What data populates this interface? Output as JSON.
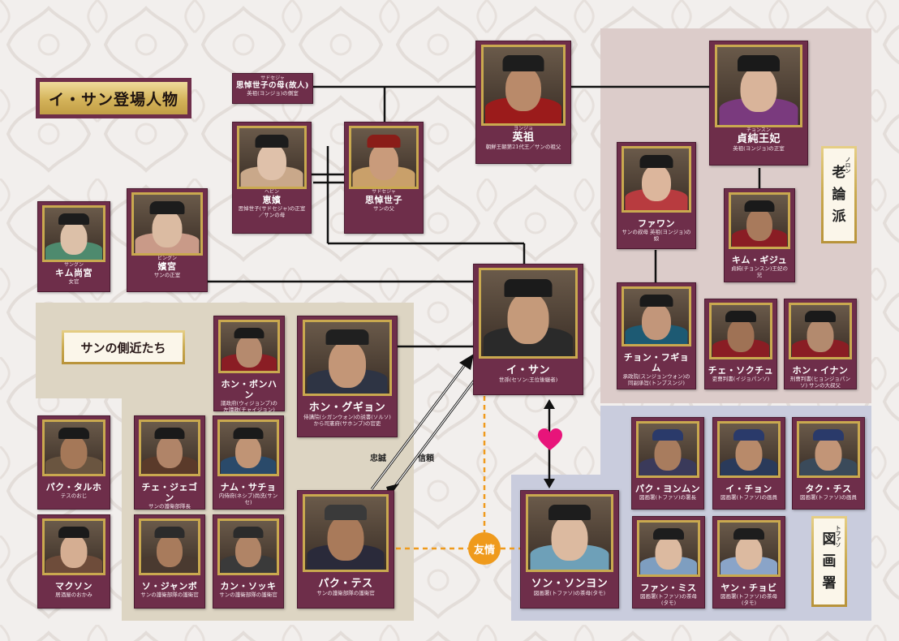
{
  "title": "イ・サン登場人物",
  "group_labels": {
    "aides": "サンの側近たち",
    "noron": [
      "老",
      "論",
      "派"
    ],
    "noron_ruby": "ノロン",
    "dohwaseo": [
      "図",
      "画",
      "署"
    ],
    "dohwaseo_ruby": "トファソ"
  },
  "relations": {
    "loyalty": "忠誠",
    "trust": "信頼",
    "friendship": "友情"
  },
  "colors": {
    "card": "#6e2e4a",
    "gold": "#c9a94f",
    "noron_region": "#dcccca",
    "aides_region": "#ddd5c3",
    "dohwaseo_region": "#c9ccdd",
    "friend": "#ef9a1c",
    "heart": "#e8147a"
  },
  "people": {
    "sado_mother": {
      "ruby": "サドセジャ",
      "name": "思悼世子の母(故人)",
      "role": "英祖(ヨンジョ)の側室"
    },
    "yeongjo": {
      "ruby": "ヨンジョ",
      "name": "英祖",
      "role": "朝鮮王朝第21代王／サンの祖父"
    },
    "jeongsun": {
      "ruby": "チョンスン",
      "name": "貞純王妃",
      "role": "英祖(ヨンジョ)の正室"
    },
    "hyebin": {
      "ruby": "ヘビン",
      "name": "恵嬪",
      "role": "思悼世子(サドセジャ)の正室／サンの母"
    },
    "sado": {
      "ruby": "サドセジャ",
      "name": "思悼世子",
      "role": "サンの父"
    },
    "hwawan": {
      "ruby": "",
      "name": "ファワン",
      "role": "サンの叔母 英祖(ヨンジョ)の娘"
    },
    "kim_guju": {
      "ruby": "",
      "name": "キム・ギジュ",
      "role": "貞純(チョンスン)王妃の兄"
    },
    "kim_sanggung": {
      "ruby": "サングン",
      "name": "キム尚宮",
      "role": "女官"
    },
    "bingung": {
      "ruby": "ビングン",
      "name": "嬪宮",
      "role": "サンの正室"
    },
    "isan": {
      "ruby": "",
      "name": "イ・サン",
      "role": "世孫(セソン:王位後継者)"
    },
    "jeong_hugyeom": {
      "ruby": "",
      "name": "チョン・フギョム",
      "role": "承政院(スンジョンウォン)の同副承旨(トンブスンジ)"
    },
    "choi_seokju": {
      "ruby": "",
      "name": "チェ・ソクチュ",
      "role": "吏曹判書(イジョパンソ)"
    },
    "hong_inhan": {
      "ruby": "",
      "name": "ホン・イナン",
      "role": "刑曹判書(ヒョンジョパンソ) サンの大叔父"
    },
    "hong_bonghan": {
      "ruby": "",
      "name": "ホン・ボンハン",
      "role": "議政府(ウィジョンブ)の左議政(チャイジョン)"
    },
    "hong_gugyeong": {
      "ruby": "",
      "name": "ホン・グギョン",
      "role": "侍講院(シガンウォン)の説書(ソルソ)から司憲府(サホンブ)の官吏"
    },
    "park_talho": {
      "ruby": "",
      "name": "パク・タルホ",
      "role": "テスのおじ"
    },
    "choi_jegon": {
      "ruby": "",
      "name": "チェ・ジェゴン",
      "role": "サンの護衛部隊長"
    },
    "nam_sacho": {
      "ruby": "",
      "name": "ナム・サチョ",
      "role": "内侍府(ネシブ)尚洗(サンセ)"
    },
    "makson": {
      "ruby": "",
      "name": "マクソン",
      "role": "居酒屋のおかみ"
    },
    "so_jangbo": {
      "ruby": "",
      "name": "ソ・ジャンボ",
      "role": "サンの護衛部隊の護衛官"
    },
    "kang_sukgi": {
      "ruby": "",
      "name": "カン・ソッキ",
      "role": "サンの護衛部隊の護衛官"
    },
    "park_daesu": {
      "ruby": "",
      "name": "パク・テス",
      "role": "サンの護衛部隊の護衛官"
    },
    "park_yongmun": {
      "ruby": "",
      "name": "パク・ヨンムン",
      "role": "図画署(トファソ)の署長"
    },
    "i_chong": {
      "ruby": "",
      "name": "イ・チョン",
      "role": "図画署(トファソ)の画員"
    },
    "tak_chisu": {
      "ruby": "",
      "name": "タク・チス",
      "role": "図画署(トファソ)の画員"
    },
    "song_yeon": {
      "ruby": "",
      "name": "ソン・ソンヨン",
      "role": "図画署(トファソ)の茶母(タモ)"
    },
    "pan_misu": {
      "ruby": "",
      "name": "ファン・ミス",
      "role": "図画署(トファソ)の茶母(タモ)"
    },
    "yang_chobi": {
      "ruby": "",
      "name": "ヤン・チョビ",
      "role": "図画署(トファソ)の茶母(タモ)"
    }
  }
}
